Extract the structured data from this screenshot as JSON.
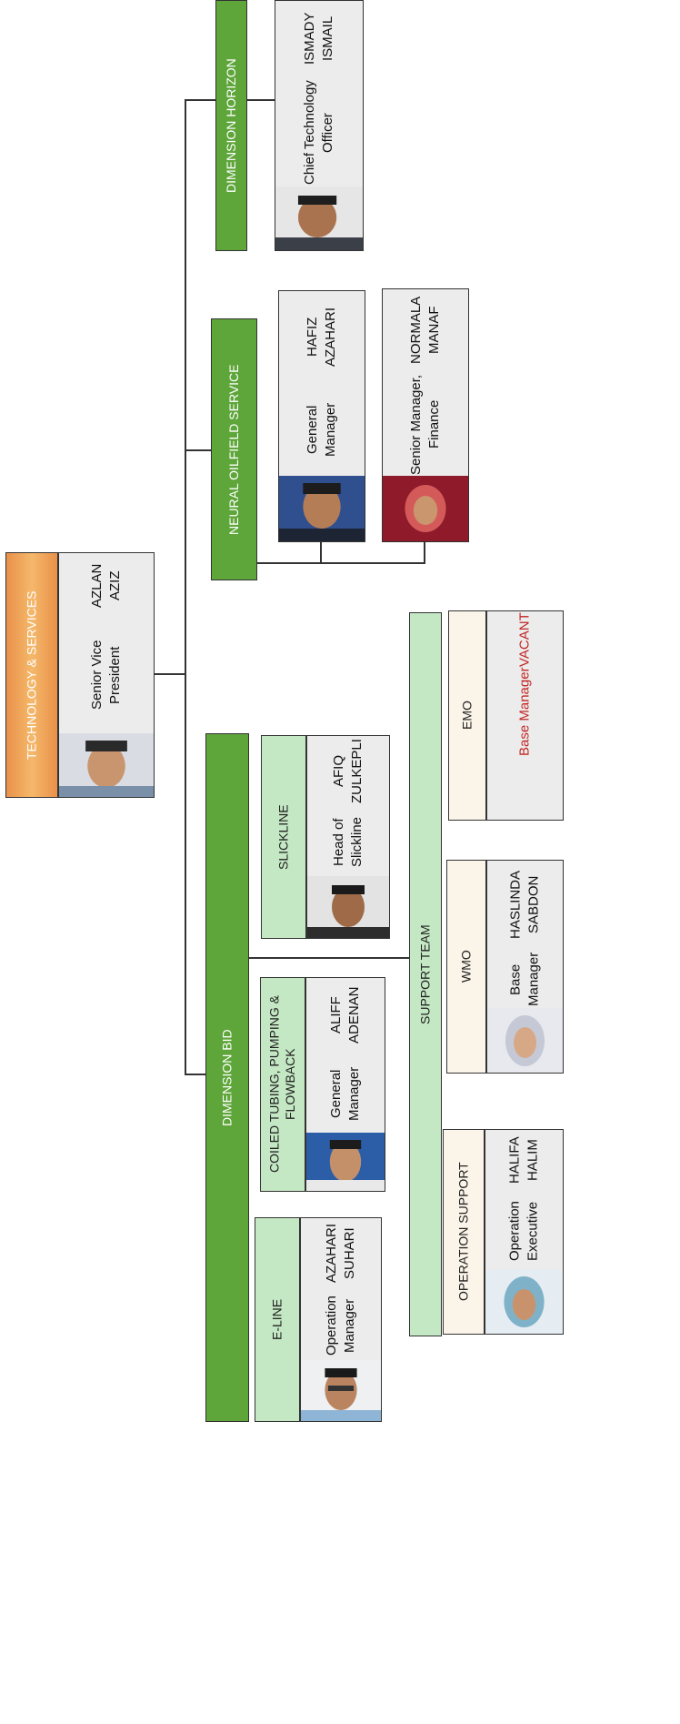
{
  "top": {
    "header": "TECHNOLOGY & SERVICES",
    "role": "Senior Vice President",
    "name": "AZLAN AZIZ"
  },
  "divisions": {
    "bid": {
      "header": "DIMENSION BID"
    },
    "neural": {
      "header": "NEURAL OILFIELD SERVICE"
    },
    "horizon": {
      "header": "DIMENSION HORIZON"
    }
  },
  "units": {
    "eline": {
      "header": "E-LINE",
      "role": "Operation Manager",
      "name": "AZAHARI SUHARI"
    },
    "coiled": {
      "header": "COILED TUBING, PUMPING & FLOWBACK",
      "role": "General Manager",
      "name": "ALIFF ADENAN"
    },
    "slickline": {
      "header": "SLICKLINE",
      "role": "Head of Slickline",
      "name": "AFIQ ZULKEPLI"
    },
    "neural_gm": {
      "role": "General Manager",
      "name": "HAFIZ AZAHARI"
    },
    "neural_fin": {
      "role": "Senior Manager, Finance",
      "name": "NORMALA MANAF"
    },
    "cto": {
      "role": "Chief Technology Officer",
      "name": "ISMADY ISMAIL"
    }
  },
  "support": {
    "header": "SUPPORT TEAM",
    "ops": {
      "header": "OPERATION SUPPORT",
      "role": "Operation Executive",
      "name": "HALIFA HALIM"
    },
    "wmo": {
      "header": "WMO",
      "role": "Base Manager",
      "name": "HASLINDA SABDON"
    },
    "emo": {
      "header": "EMO",
      "role": "Base Manager",
      "name": "VACANT"
    }
  },
  "colors": {
    "dark_green": "#5ea53a",
    "light_green": "#c4e8c4",
    "orange": "#ef9f55",
    "cream": "#fbf4e9",
    "vacant_red": "#c22626"
  }
}
